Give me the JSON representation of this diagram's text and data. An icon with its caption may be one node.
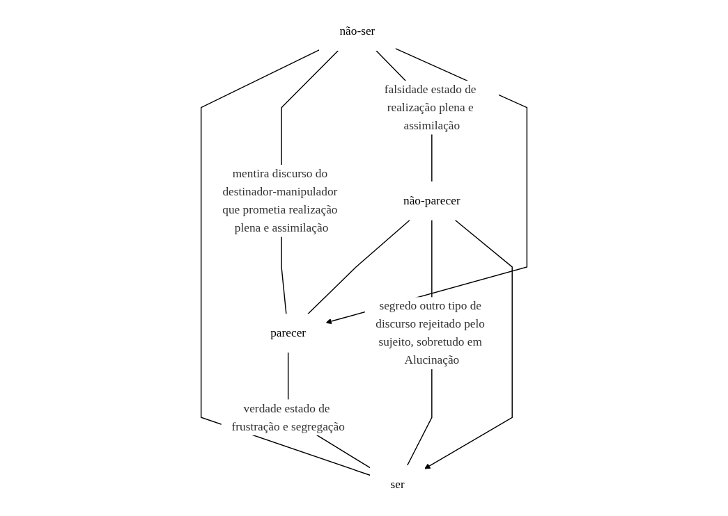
{
  "diagram": {
    "nodes": [
      {
        "text": [
          "ser"
        ]
      },
      {
        "text": [
          "parecer"
        ]
      },
      {
        "text": [
          "não-parecer"
        ]
      },
      {
        "text": [
          "não-ser"
        ]
      }
    ],
    "edges": [
      {
        "from": 0,
        "to": 1,
        "arrow": "none",
        "label": "verdade estado de frustração e segregação"
      },
      {
        "from": 0,
        "to": 3,
        "arrow": "none"
      },
      {
        "from": 1,
        "to": 2,
        "arrow": "none"
      },
      {
        "from": 2,
        "to": 0,
        "arrow": "to"
      },
      {
        "from": 3,
        "to": 1,
        "arrow": "to"
      },
      {
        "from": 0,
        "to": 2,
        "arrow": "none",
        "label": "segredo outro tipo de discurso rejeitado pelo sujeito, sobretudo em Alucinação"
      },
      {
        "from": 1,
        "to": 3,
        "arrow": "none",
        "label": "mentira discurso do destinador-manipulador que prometia realização plena e assimilação"
      },
      {
        "from": 2,
        "to": 3,
        "arrow": "none",
        "label": "falsidade estado de realização plena e assimilação"
      }
    ]
  }
}
